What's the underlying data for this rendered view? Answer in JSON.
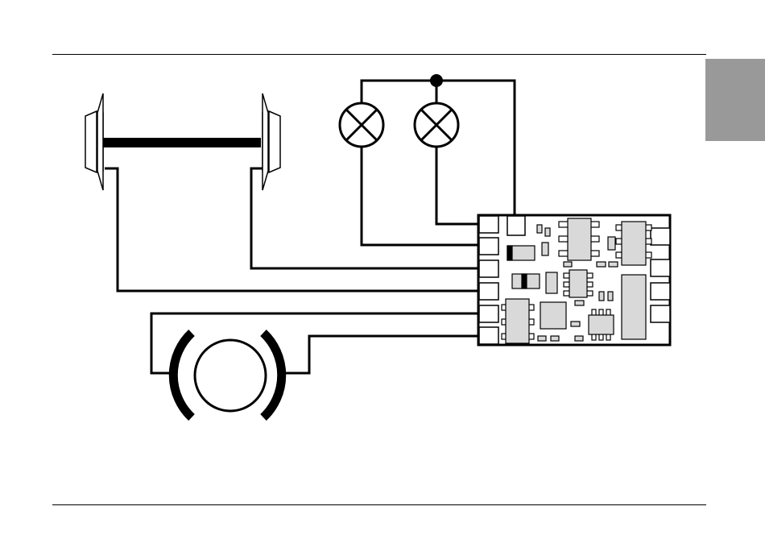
{
  "colors": {
    "line": "#000000",
    "background": "#ffffff",
    "tab": "#999999",
    "chip": "#d9d9d9"
  },
  "diagram": {
    "components": [
      "wheelset",
      "lamp",
      "lamp",
      "decoder-board",
      "motor"
    ]
  }
}
